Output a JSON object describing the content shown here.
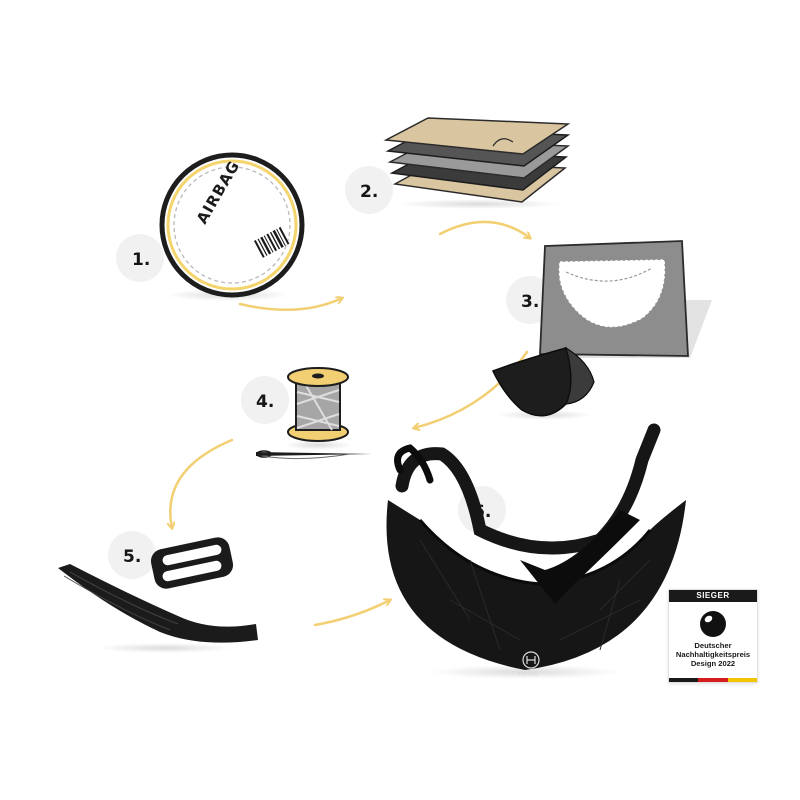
{
  "steps": [
    {
      "number": "1."
    },
    {
      "number": "2."
    },
    {
      "number": "3."
    },
    {
      "number": "4."
    },
    {
      "number": "5."
    },
    {
      "number": "6."
    }
  ],
  "airbag_label": "AIRBAG",
  "award": {
    "header": "SIEGER",
    "line1": "Deutscher",
    "line2": "Nachhaltigkeitspreis",
    "line3": "Design 2022",
    "flag_colors": [
      "#1a1a1a",
      "#d51d1d",
      "#f1c500"
    ]
  },
  "colors": {
    "arrow": "#f2cf72",
    "fabric_beige": "#d9c5a0",
    "fabric_gray": "#8d8d8d",
    "bag": "#161616"
  },
  "icons": [
    "airbag-disc-icon",
    "fabric-layers-icon",
    "cut-pattern-icon",
    "thread-spool-icon",
    "needle-icon",
    "strap-buckle-icon",
    "bag-icon"
  ]
}
